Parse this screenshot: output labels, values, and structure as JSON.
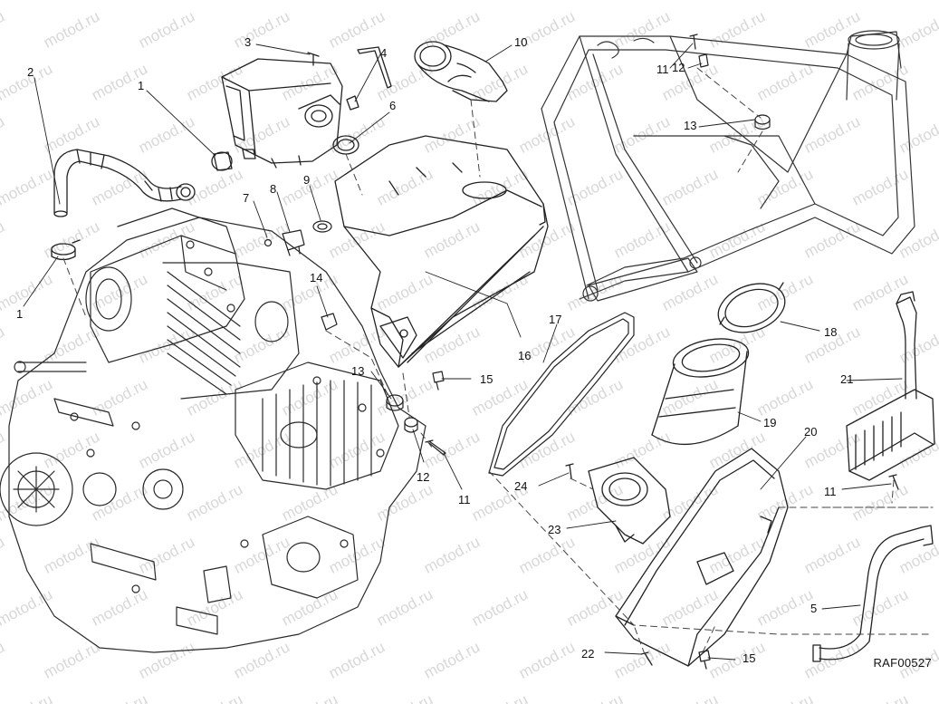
{
  "diagram": {
    "drawing_code": "RAF00527",
    "watermark": "motod.ru",
    "callouts": [
      {
        "id": "c1a",
        "label": "1"
      },
      {
        "id": "c1b",
        "label": "1"
      },
      {
        "id": "c2",
        "label": "2"
      },
      {
        "id": "c3",
        "label": "3"
      },
      {
        "id": "c4",
        "label": "4"
      },
      {
        "id": "c5",
        "label": "5"
      },
      {
        "id": "c6",
        "label": "6"
      },
      {
        "id": "c7",
        "label": "7"
      },
      {
        "id": "c8",
        "label": "8"
      },
      {
        "id": "c9",
        "label": "9"
      },
      {
        "id": "c10",
        "label": "10"
      },
      {
        "id": "c11a",
        "label": "11"
      },
      {
        "id": "c11b",
        "label": "11"
      },
      {
        "id": "c11c",
        "label": "11"
      },
      {
        "id": "c12a",
        "label": "12"
      },
      {
        "id": "c12b",
        "label": "12"
      },
      {
        "id": "c13a",
        "label": "13"
      },
      {
        "id": "c13b",
        "label": "13"
      },
      {
        "id": "c14",
        "label": "14"
      },
      {
        "id": "c15a",
        "label": "15"
      },
      {
        "id": "c15b",
        "label": "15"
      },
      {
        "id": "c16",
        "label": "16"
      },
      {
        "id": "c17",
        "label": "17"
      },
      {
        "id": "c18",
        "label": "18"
      },
      {
        "id": "c19",
        "label": "19"
      },
      {
        "id": "c20",
        "label": "20"
      },
      {
        "id": "c21",
        "label": "21"
      },
      {
        "id": "c22",
        "label": "22"
      },
      {
        "id": "c23",
        "label": "23"
      },
      {
        "id": "c24",
        "label": "24"
      }
    ]
  }
}
